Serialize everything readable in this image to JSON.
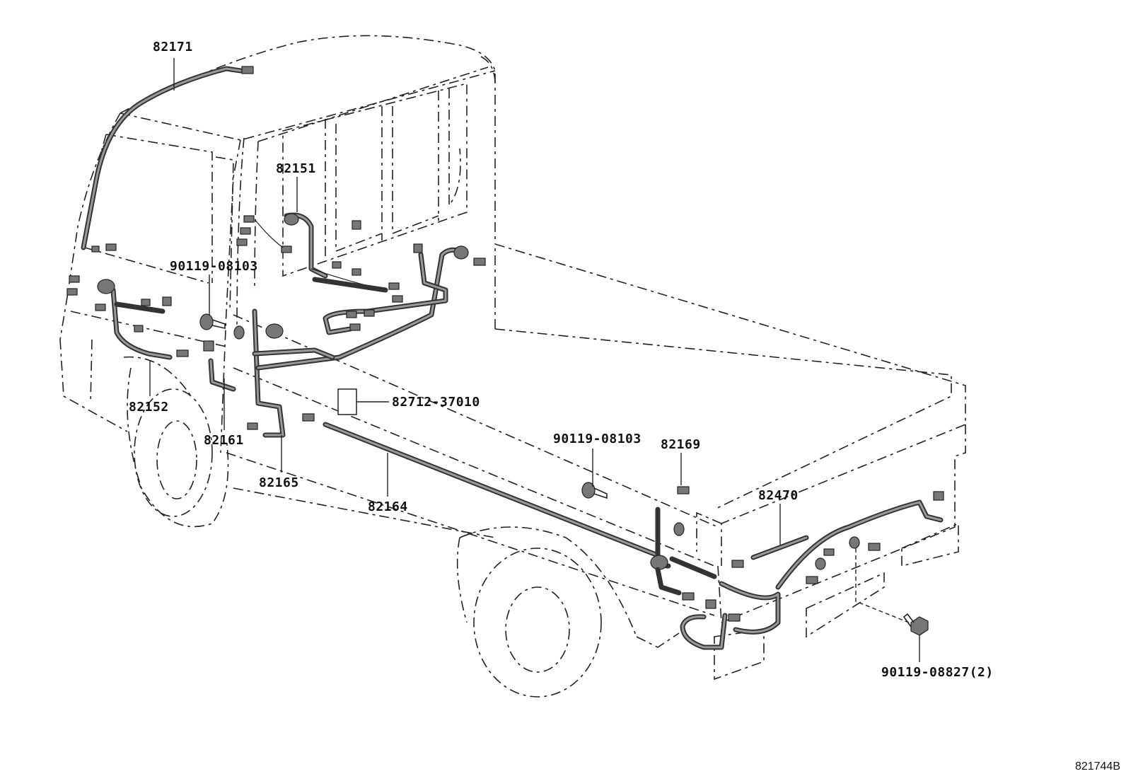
{
  "labels": {
    "p82171": "82171",
    "p82151": "82151",
    "p90119_08103_a": "90119-08103",
    "p82152": "82152",
    "p82161": "82161",
    "p82712_37010": "82712-37010",
    "p82165": "82165",
    "p82164": "82164",
    "p90119_08103_b": "90119-08103",
    "p82169": "82169",
    "p82470": "82470",
    "p90119_08827": "90119-08827(2)"
  },
  "diagram_code": "821744B"
}
